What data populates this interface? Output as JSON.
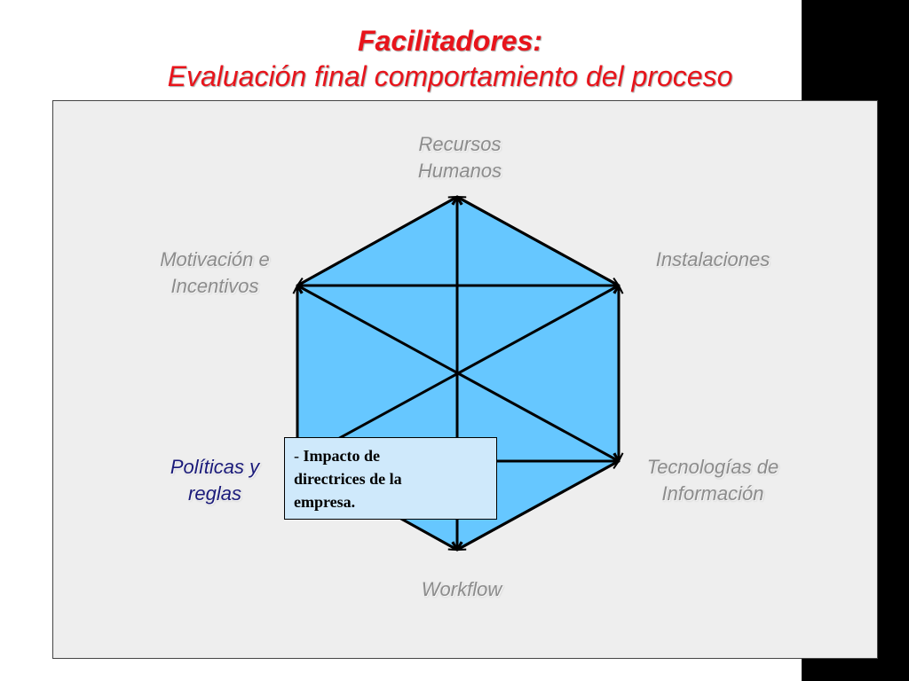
{
  "title": {
    "line1": "Facilitadores:",
    "line2": "Evaluación final comportamiento del proceso"
  },
  "colors": {
    "title": "#e8141b",
    "hexagon_fill": "#66c7ff",
    "panel_bg": "#eeeeee",
    "note_bg": "#cfe9fb",
    "label_inactive": "#8c8c8c",
    "label_active": "#1a1a7a"
  },
  "nodes": [
    {
      "id": "recursos",
      "lines": [
        "Recursos",
        "Humanos"
      ],
      "active": false
    },
    {
      "id": "instalaciones",
      "lines": [
        "Instalaciones"
      ],
      "active": false
    },
    {
      "id": "tecnologias",
      "lines": [
        "Tecnologías de",
        "Información"
      ],
      "active": false
    },
    {
      "id": "workflow",
      "lines": [
        "Workflow"
      ],
      "active": false
    },
    {
      "id": "politicas",
      "lines": [
        "Políticas y",
        "reglas"
      ],
      "active": true
    },
    {
      "id": "motivacion",
      "lines": [
        "Motivación e",
        "Incentivos"
      ],
      "active": false
    }
  ],
  "note": {
    "prefix": "- ",
    "lines": [
      "Impacto de",
      "directrices de la",
      "empresa."
    ]
  }
}
